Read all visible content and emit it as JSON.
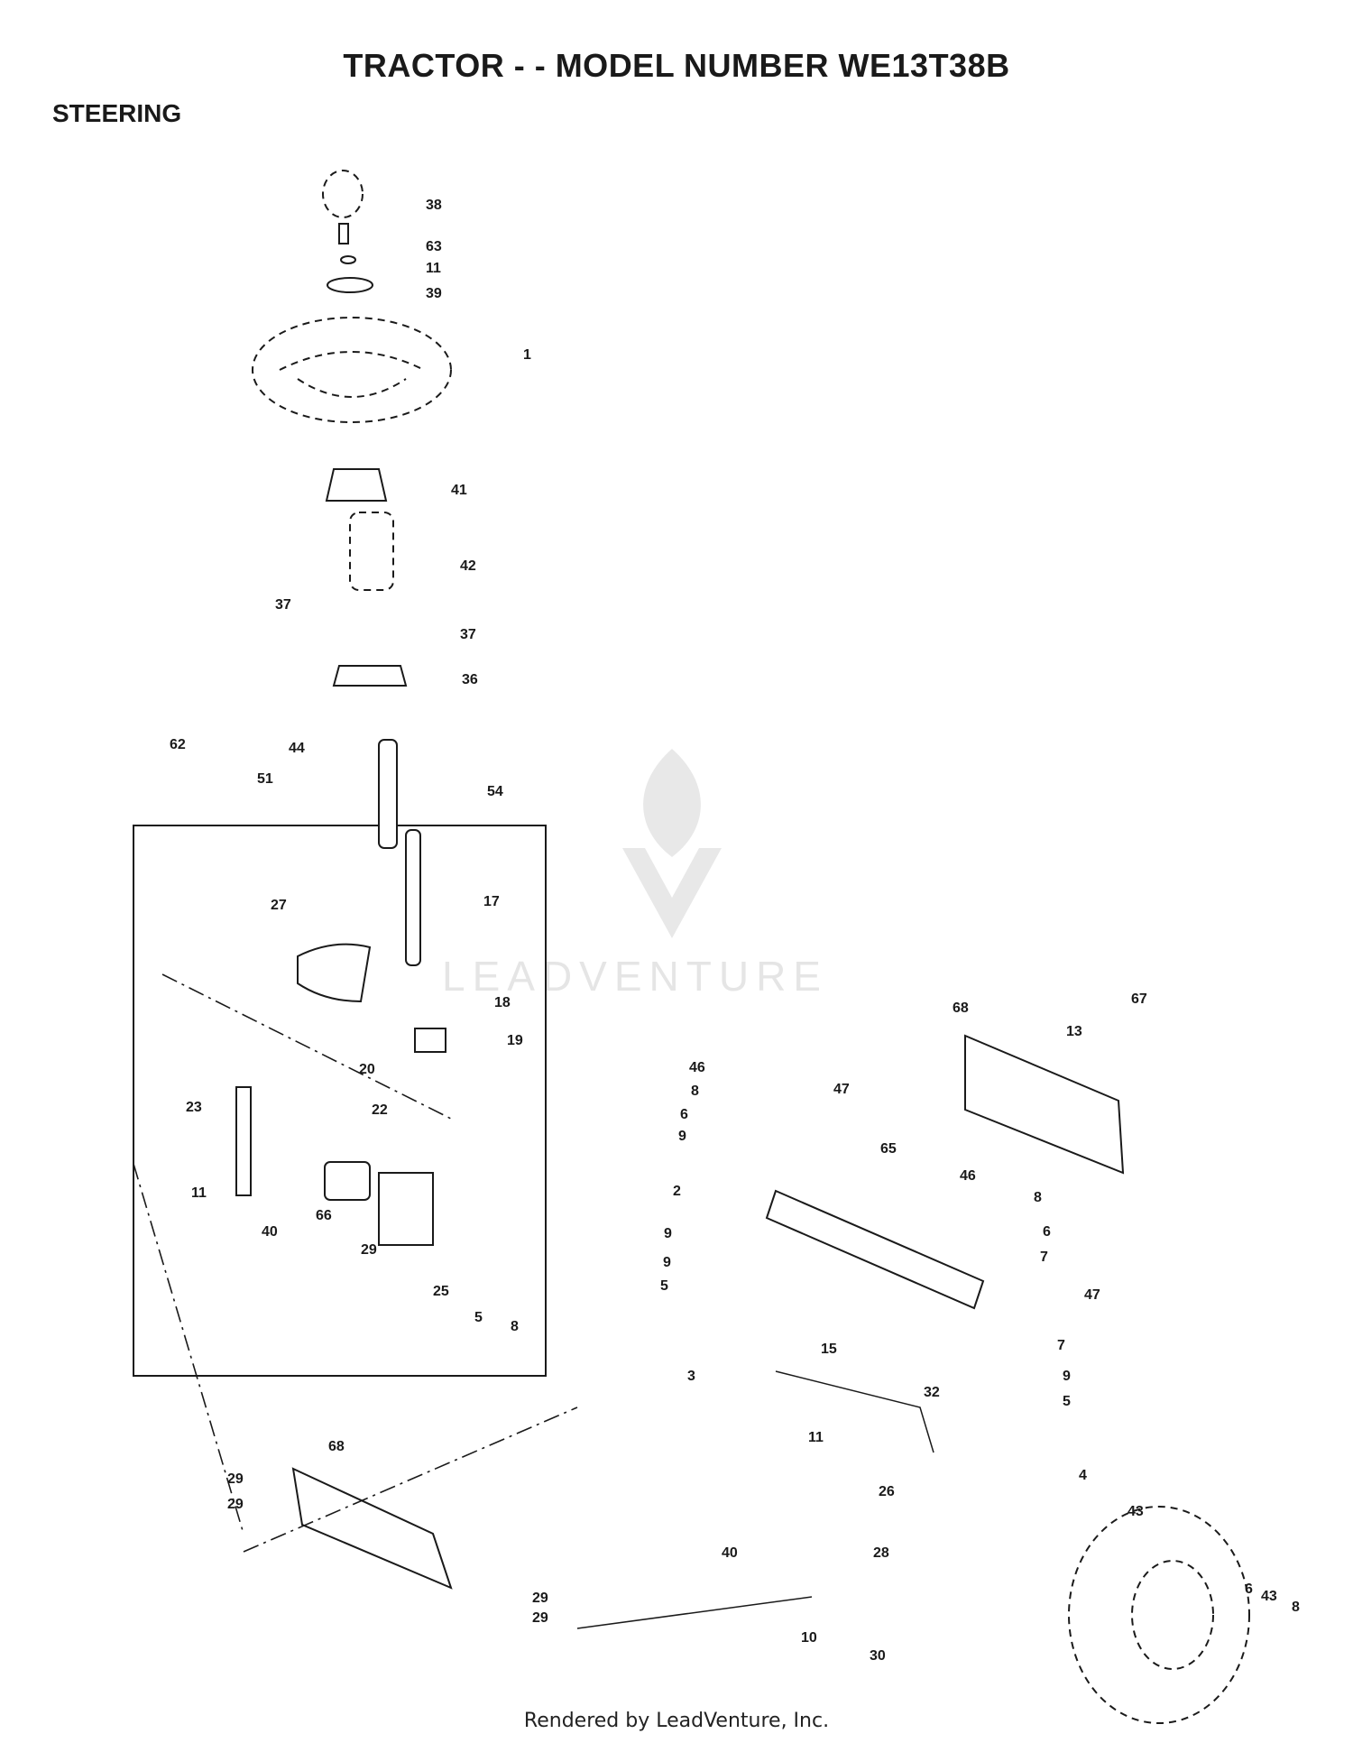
{
  "header": {
    "title": "TRACTOR - - MODEL NUMBER WE13T38B",
    "section": "STEERING"
  },
  "watermark": {
    "text": "LEADVENTURE"
  },
  "footer": {
    "credit": "Rendered by LeadVenture, Inc."
  },
  "callouts": [
    "38",
    "63",
    "11",
    "39",
    "1",
    "41",
    "42",
    "37",
    "37",
    "36",
    "44",
    "54",
    "51",
    "62",
    "17",
    "27",
    "18",
    "19",
    "20",
    "22",
    "23",
    "11",
    "40",
    "66",
    "25",
    "29",
    "5",
    "8",
    "68",
    "67",
    "13",
    "46",
    "8",
    "6",
    "9",
    "47",
    "65",
    "2",
    "46",
    "8",
    "6",
    "7",
    "9",
    "9",
    "47",
    "5",
    "15",
    "7",
    "3",
    "32",
    "9",
    "5",
    "11",
    "68",
    "29",
    "29",
    "26",
    "4",
    "43",
    "40",
    "28",
    "6",
    "43",
    "8",
    "29",
    "29",
    "10",
    "30"
  ]
}
